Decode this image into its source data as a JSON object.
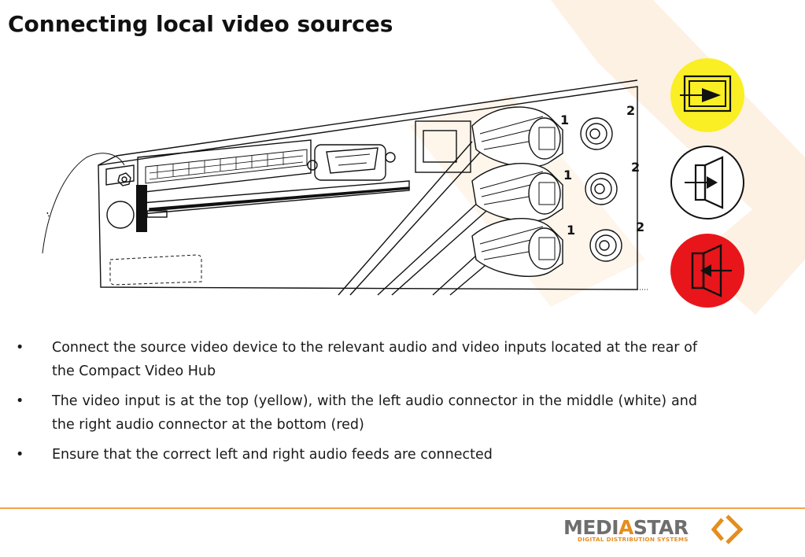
{
  "title": "Connecting local video sources",
  "figure": {
    "port_labels": [
      "1",
      "2",
      "1",
      "2",
      "1",
      "2"
    ]
  },
  "bullets": [
    {
      "marker": "•",
      "text": "Connect the source video device to the relevant audio and video inputs located at the rear of the Compact Video Hub"
    },
    {
      "marker": "•",
      "text": "The video input is at the top (yellow), with the left audio connector in the middle (white) and the right audio connector at the bottom (red)"
    },
    {
      "marker": "•",
      "text": "Ensure that the correct left and right audio feeds are connected"
    }
  ],
  "icons": [
    {
      "name": "video-input-icon",
      "color": "#f9ef24"
    },
    {
      "name": "audio-left-icon",
      "color": "#ffffff"
    },
    {
      "name": "audio-right-icon",
      "color": "#e8161b"
    }
  ],
  "logo": {
    "word_a": "MEDI",
    "word_b": "A",
    "word_c": "STAR",
    "tagline": "DIGITAL DISTRIBUTION SYSTEMS"
  },
  "colors": {
    "accent": "#f3a24c",
    "watermark": "#fdf1e4"
  }
}
